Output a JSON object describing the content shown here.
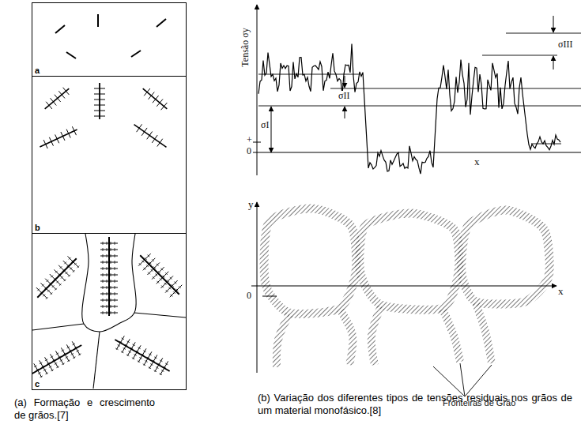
{
  "diagram": {
    "nodes": [
      {
        "text": [
          "a"
        ]
      },
      {
        "text": [
          "b"
        ]
      },
      {
        "text": [
          "c"
        ]
      }
    ],
    "labels": [
      "Tensão σy",
      "σIII",
      "σII",
      "σI",
      "+",
      "0",
      "x",
      "y",
      "0",
      "x",
      "Fronteiras de Grão",
      "(a) Formação e crescimento de grãos.[7]",
      "(b) Variação dos diferentes tipos de tensões residuais nos grãos de um material monofásico.[8]"
    ]
  }
}
